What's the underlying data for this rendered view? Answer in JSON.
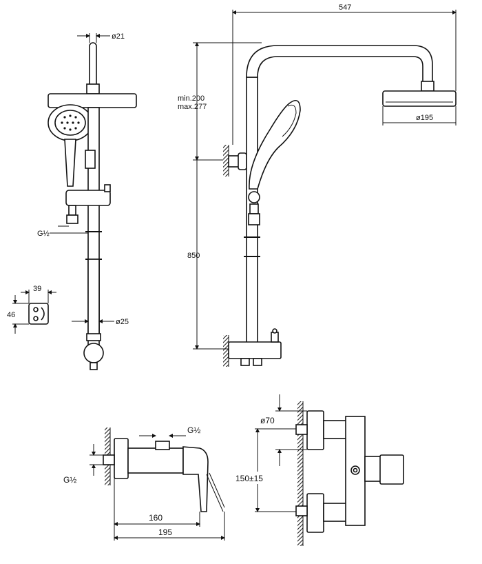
{
  "dimensions": {
    "overall_width": "547",
    "head_diameter": "ø195",
    "pipe_top_diameter": "ø21",
    "pipe_bottom_diameter": "ø25",
    "arm_height": "min.200",
    "arm_height_max": "max.277",
    "riser_height": "850",
    "bracket_width": "39",
    "bracket_height": "46",
    "hose_thread_top": "G½",
    "mixer_thread_top": "G½",
    "mixer_thread_side": "G½",
    "mixer_length_160": "160",
    "mixer_length_195": "195",
    "escutcheon_diameter": "ø70",
    "centres": "150±15"
  },
  "colors": {
    "line": "#111111",
    "background": "#ffffff"
  }
}
